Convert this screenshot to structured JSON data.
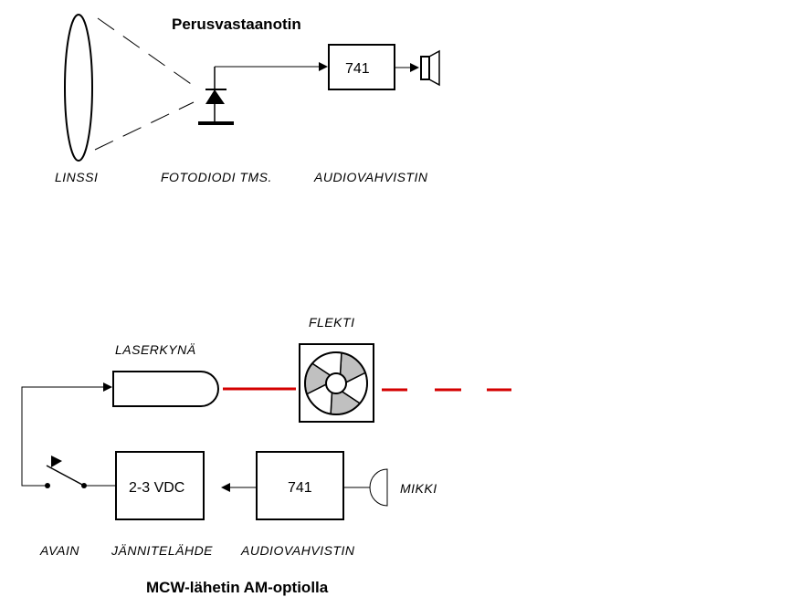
{
  "receiver": {
    "title": "Perusvastaanotin",
    "labels": {
      "lens": "LINSSI",
      "photodiode": "FOTODIODI TMS.",
      "amplifier": "AUDIOVAHVISTIN"
    },
    "amplifier_chip": "741"
  },
  "transmitter": {
    "title": "MCW-lähetin AM-optiolla",
    "labels": {
      "laser": "LASERKYNÄ",
      "fan": "FLEKTI",
      "key": "AVAIN",
      "power_supply": "JÄNNITELÄHDE",
      "amplifier": "AUDIOVAHVISTIN",
      "microphone": "MIKKI"
    },
    "power_supply_text": "2-3 VDC",
    "amplifier_chip": "741"
  },
  "colors": {
    "line": "#000000",
    "laser_beam": "#d40000",
    "fan_blade_shaded": "#c0c0c0"
  }
}
